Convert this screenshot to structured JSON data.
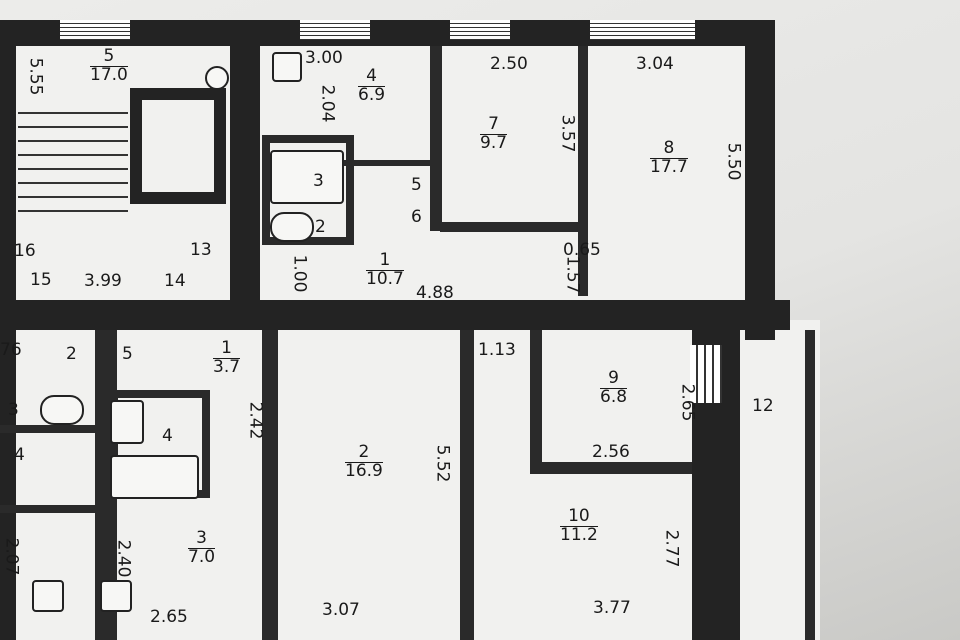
{
  "top_apartment": {
    "rooms": [
      {
        "num": "5",
        "area": "17.0"
      },
      {
        "num": "4",
        "area": "6.9"
      },
      {
        "num": "7",
        "area": "9.7"
      },
      {
        "num": "8",
        "area": "17.7"
      },
      {
        "num": "1",
        "area": "10.7"
      }
    ],
    "small_rooms": [
      "3",
      "2",
      "5",
      "6"
    ],
    "dimensions": [
      "5.55",
      "3.00",
      "2.04",
      "2.50",
      "3.57",
      "3.04",
      "5.50",
      "4.88",
      "1.00",
      "1.57",
      "0.65"
    ],
    "stair_labels": [
      "16",
      "15",
      "3.99",
      "14",
      "13"
    ]
  },
  "bottom_apartment": {
    "rooms": [
      {
        "num": "1",
        "area": "3.7"
      },
      {
        "num": "2",
        "area": "16.9"
      },
      {
        "num": "3",
        "area": "7.0"
      },
      {
        "num": "9",
        "area": "6.8"
      },
      {
        "num": "10",
        "area": "11.2"
      }
    ],
    "small_rooms": [
      "5",
      "4",
      "12"
    ],
    "dimensions": [
      "2.42",
      "5.52",
      "2.40",
      "2.65",
      "3.07",
      "1.13",
      "2.65",
      "2.56",
      "2.77",
      "3.77"
    ]
  },
  "left_apartment": {
    "labels": [
      "76",
      "2",
      "3",
      "4",
      "2.07"
    ]
  }
}
